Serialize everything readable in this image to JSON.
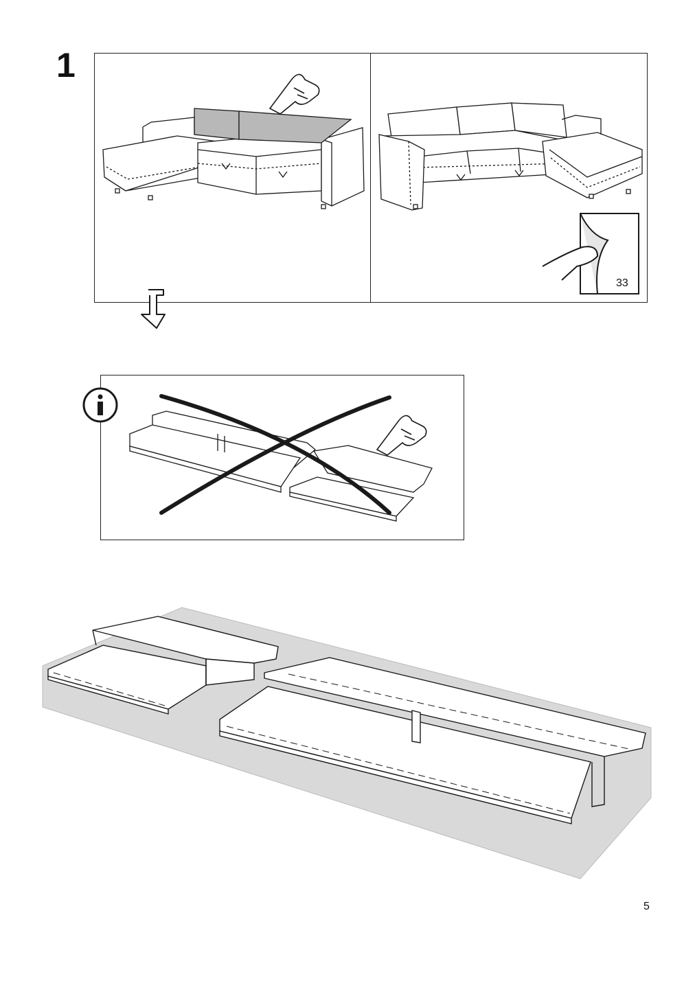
{
  "step": {
    "number": "1"
  },
  "page_reference": {
    "text": "33"
  },
  "footer": {
    "page_number": "5"
  },
  "icons": {
    "hand": "hand-pointing-icon",
    "page_turn": "page-turn-icon",
    "down_arrow": "arrow-down-icon",
    "info": "info-icon",
    "cross": "cross-out-icon"
  },
  "colors": {
    "line": "#1a1a1a",
    "cushion_grey": "#b8b8b8",
    "floor_grey": "#d9d9d9"
  }
}
